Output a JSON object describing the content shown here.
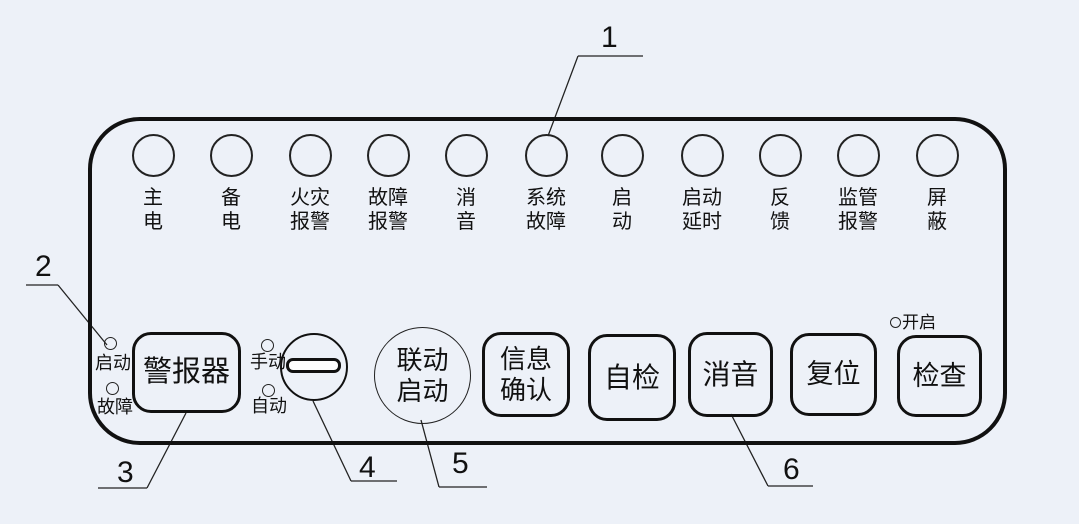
{
  "figure": {
    "background_color": "#edf1f8",
    "line_color": "#1a1a1a"
  },
  "indicators": [
    {
      "name": "main-power",
      "label": "主\n电"
    },
    {
      "name": "backup-power",
      "label": "备\n电"
    },
    {
      "name": "fire-alarm",
      "label": "火灾\n报警"
    },
    {
      "name": "fault-alarm",
      "label": "故障\n报警"
    },
    {
      "name": "mute",
      "label": "消\n音"
    },
    {
      "name": "system-fault",
      "label": "系统\n故障"
    },
    {
      "name": "start",
      "label": "启\n动"
    },
    {
      "name": "start-delay",
      "label": "启动\n延时"
    },
    {
      "name": "feedback",
      "label": "反\n馈"
    },
    {
      "name": "supervisory-alarm",
      "label": "监管\n报警"
    },
    {
      "name": "shield",
      "label": "屏\n蔽"
    }
  ],
  "siren_group": {
    "start_led_label": "启动",
    "fault_led_label": "故障",
    "siren_button_label": "警报器"
  },
  "mode_switch": {
    "manual_label": "手动",
    "auto_label": "自动"
  },
  "linkage_start_button_label": "联动\n启动",
  "buttons": {
    "info_confirm": "信息\n确认",
    "self_test": "自检",
    "mute": "消音",
    "reset": "复位",
    "check": "检查"
  },
  "check_group": {
    "open_led_label": "开启"
  },
  "callouts": [
    "1",
    "2",
    "3",
    "4",
    "5",
    "6"
  ]
}
